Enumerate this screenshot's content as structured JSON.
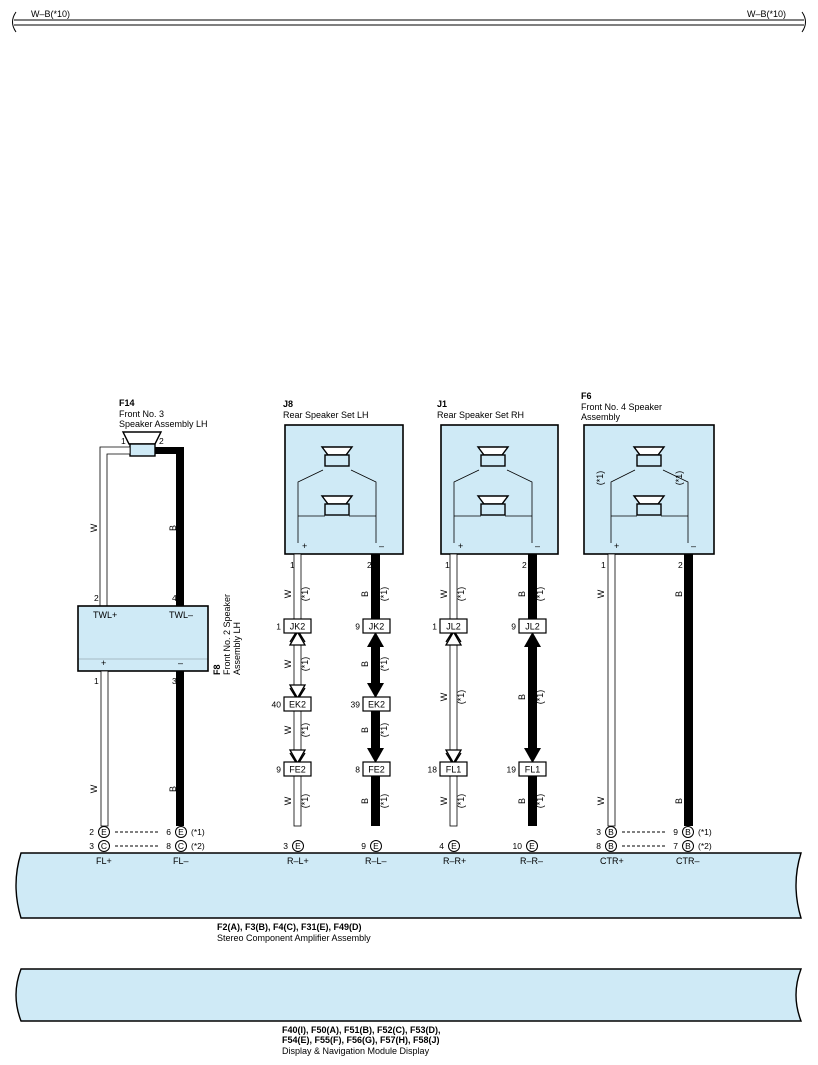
{
  "top_bus": {
    "left_label": "W–B(*10)",
    "right_label": "W–B(*10)"
  },
  "f14": {
    "code": "F14",
    "line1": "Front No. 3",
    "line2": "Speaker Assembly LH",
    "pin1": "1",
    "pin2": "2"
  },
  "f8": {
    "code": "F8",
    "line1": "Front No. 2 Speaker",
    "line2": "Assembly LH",
    "twl_plus": "TWL+",
    "twl_minus": "TWL–",
    "plus": "+",
    "minus": "–",
    "pin_top_left": "2",
    "pin_top_right": "4",
    "pin_bottom_left": "1",
    "pin_bottom_right": "3"
  },
  "j8": {
    "code": "J8",
    "name": "Rear Speaker Set LH",
    "plus": "+",
    "minus": "–",
    "pin_left": "1",
    "pin_right": "2"
  },
  "j1": {
    "code": "J1",
    "name": "Rear Speaker Set RH",
    "plus": "+",
    "minus": "–",
    "pin_left": "1",
    "pin_right": "2"
  },
  "f6": {
    "code": "F6",
    "line1": "Front No. 4 Speaker",
    "line2": "Assembly",
    "plus": "+",
    "minus": "–",
    "pin_left": "1",
    "pin_right": "2",
    "note": "(*1)"
  },
  "wire_colors": {
    "white": "W",
    "black": "B"
  },
  "note_star1": "(*1)",
  "connectors": {
    "jk2": {
      "name": "JK2",
      "pin_left": "1",
      "pin_right": "9"
    },
    "jl2": {
      "name": "JL2",
      "pin_left": "1",
      "pin_right": "9"
    },
    "ek2": {
      "name": "EK2",
      "pin_left": "40",
      "pin_right": "39"
    },
    "fe2": {
      "name": "FE2",
      "pin_left": "9",
      "pin_right": "8"
    },
    "fl1": {
      "name": "FL1",
      "pin_left": "18",
      "pin_right": "19"
    }
  },
  "amp_pins": {
    "fl_plus_1": "2",
    "fl_plus_2": "3",
    "fl_minus_1": "6",
    "fl_minus_2": "8",
    "fl_plus_c1": "E",
    "fl_plus_c2": "C",
    "fl_minus_c1": "E",
    "fl_minus_c2": "C",
    "note_a": "(*1)",
    "note_b": "(*2)",
    "rl_plus": "3",
    "rl_minus": "9",
    "rr_plus": "4",
    "rr_minus": "10",
    "rear_c": "E",
    "ctr_plus_1": "3",
    "ctr_plus_2": "8",
    "ctr_minus_1": "9",
    "ctr_minus_2": "7",
    "ctr_c": "B"
  },
  "amp": {
    "terminals": [
      "FL+",
      "FL–",
      "R–L+",
      "R–L–",
      "R–R+",
      "R–R–",
      "CTR+",
      "CTR–"
    ],
    "codes": "F2(A), F3(B), F4(C), F31(E), F49(D)",
    "name": "Stereo Component Amplifier Assembly"
  },
  "display": {
    "codes_line1": "F40(I), F50(A), F51(B), F52(C), F53(D),",
    "codes_line2": "F54(E), F55(F), F56(G), F57(H), F58(J)",
    "name": "Display & Navigation Module Display"
  }
}
